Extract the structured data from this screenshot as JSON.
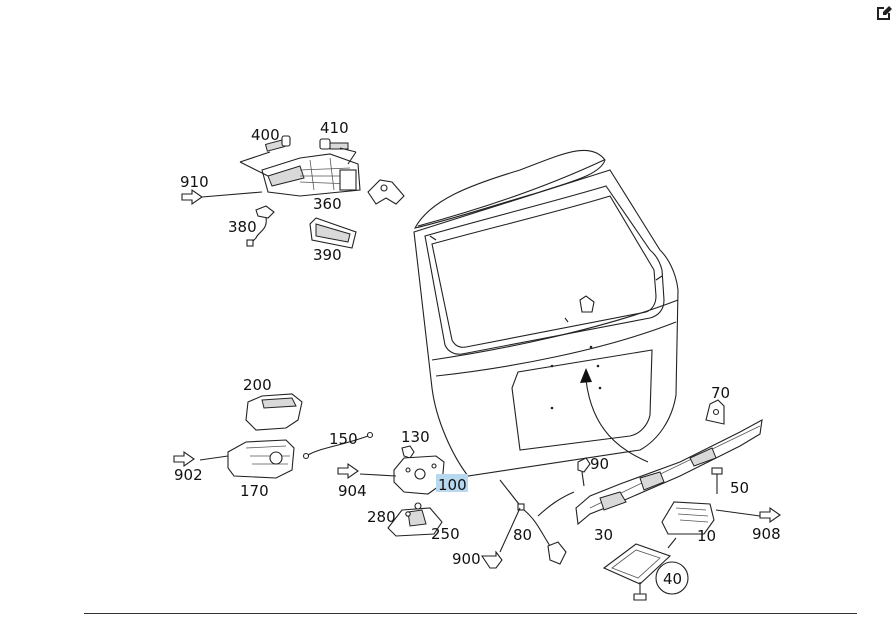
{
  "toolbar": {
    "edit_icon": "edit-icon"
  },
  "highlight": {
    "part": "100",
    "color": "#b8d8f0"
  },
  "labels": {
    "p400": "400",
    "p410": "410",
    "p910": "910",
    "p360": "360",
    "p380": "380",
    "p390": "390",
    "p200": "200",
    "p150": "150",
    "p130": "130",
    "p902": "902",
    "p170": "170",
    "p904": "904",
    "p100": "100",
    "p280": "280",
    "p250": "250",
    "p900": "900",
    "p80": "80",
    "p70": "70",
    "p90": "90",
    "p50": "50",
    "p30": "30",
    "p10": "10",
    "p908": "908",
    "p40": "40"
  }
}
